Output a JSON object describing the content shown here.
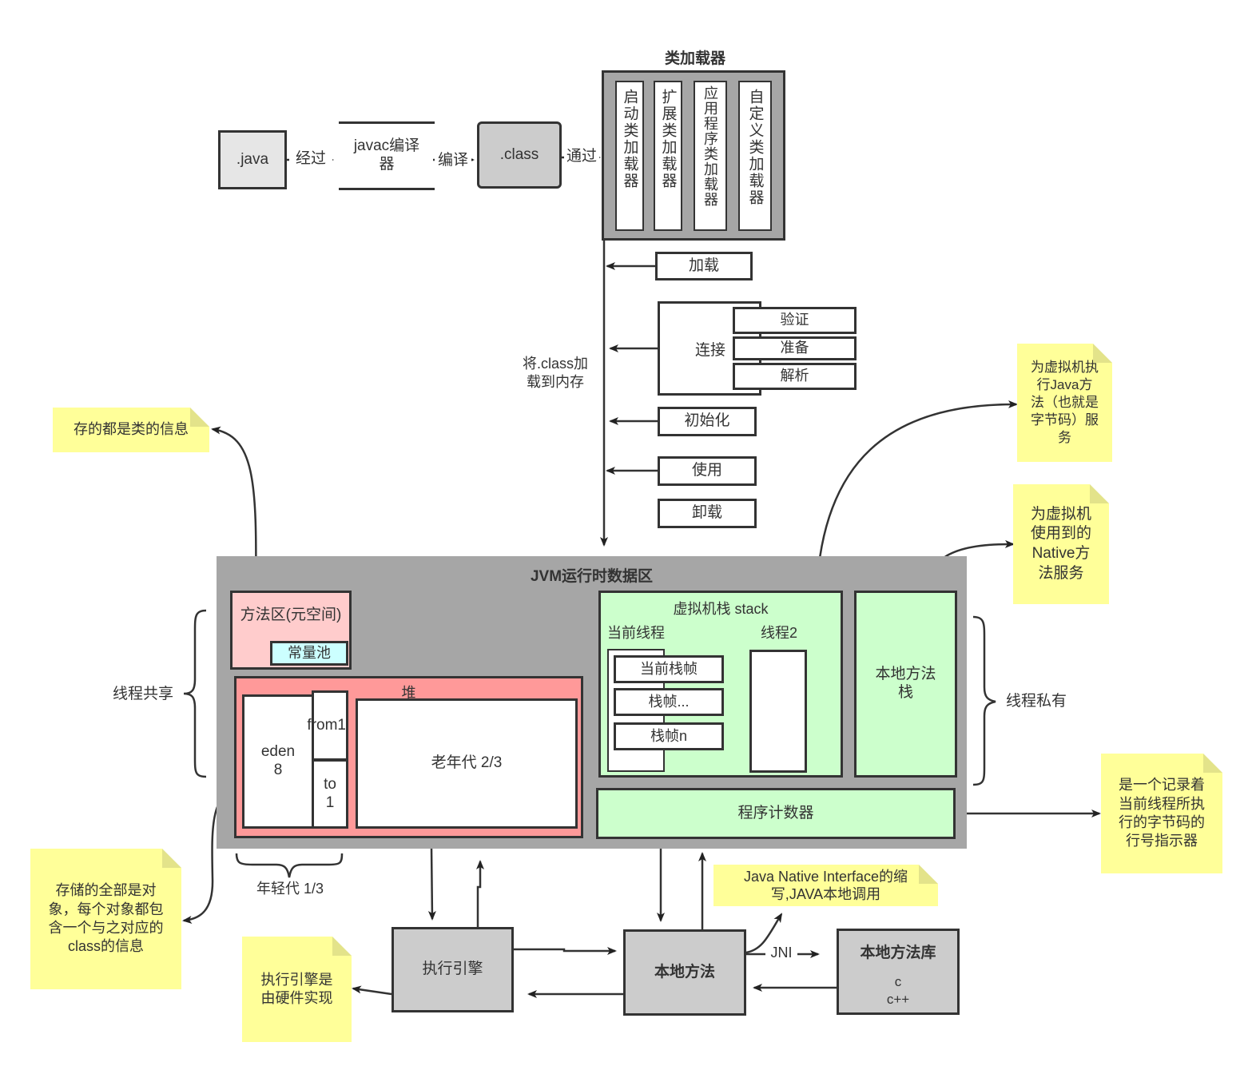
{
  "compile": {
    "java": ".java",
    "step1": "经过",
    "javac": "javac编译\n器",
    "step2": "编译",
    "class": ".class",
    "step3": "通过"
  },
  "loader": {
    "title": "类加载器",
    "items": [
      "启动类加载器",
      "扩展类加载器",
      "应用程序类加载器",
      "自定义类加载器"
    ]
  },
  "lifecycle": {
    "side_label": "将.class加\n载到内存",
    "load": "加载",
    "link": "连接",
    "link_steps": [
      "验证",
      "准备",
      "解析"
    ],
    "init": "初始化",
    "use": "使用",
    "unload": "卸载"
  },
  "runtime": {
    "title": "JVM运行时数据区",
    "method_area": "方法区(元空间)",
    "const_pool": "常量池",
    "heap": "堆",
    "eden": "eden\n8",
    "from": "from1",
    "to": "to\n1",
    "old": "老年代 2/3",
    "young": "年轻代 1/3",
    "vm_stack": "虚拟机栈 stack",
    "cur_thread": "当前线程",
    "thread2": "线程2",
    "frames": [
      "当前栈帧",
      "栈帧...",
      "栈帧n"
    ],
    "native_stack": "本地方法\n栈",
    "pc": "程序计数器",
    "shared": "线程共享",
    "private": "线程私有"
  },
  "bottom": {
    "engine": "执行引擎",
    "native_method": "本地方法",
    "native_lib_title": "本地方法库",
    "native_lib_langs": [
      "c",
      "c++"
    ],
    "jni": "JNI"
  },
  "notes": {
    "method_area": "存的都是类的信息",
    "vm_stack": "为虚拟机执\n行Java方\n法（也就是\n字节码）服\n务",
    "native_stack": "为虚拟机\n使用到的\nNative方\n法服务",
    "pc": "是一个记录着\n当前线程所执\n行的字节码的\n行号指示器",
    "heap": "存储的全部是对\n象，每个对象都包\n含一个与之对应的\nclass的信息",
    "engine": "执行引擎是\n由硬件实现",
    "jni": "Java Native Interface的缩\n写,JAVA本地调用"
  },
  "colors": {
    "runtime_bg": "#a6a6a6",
    "green": "#ccffcc",
    "pink": "#ffcccc",
    "red": "#ff9999",
    "note": "#ffff99"
  }
}
